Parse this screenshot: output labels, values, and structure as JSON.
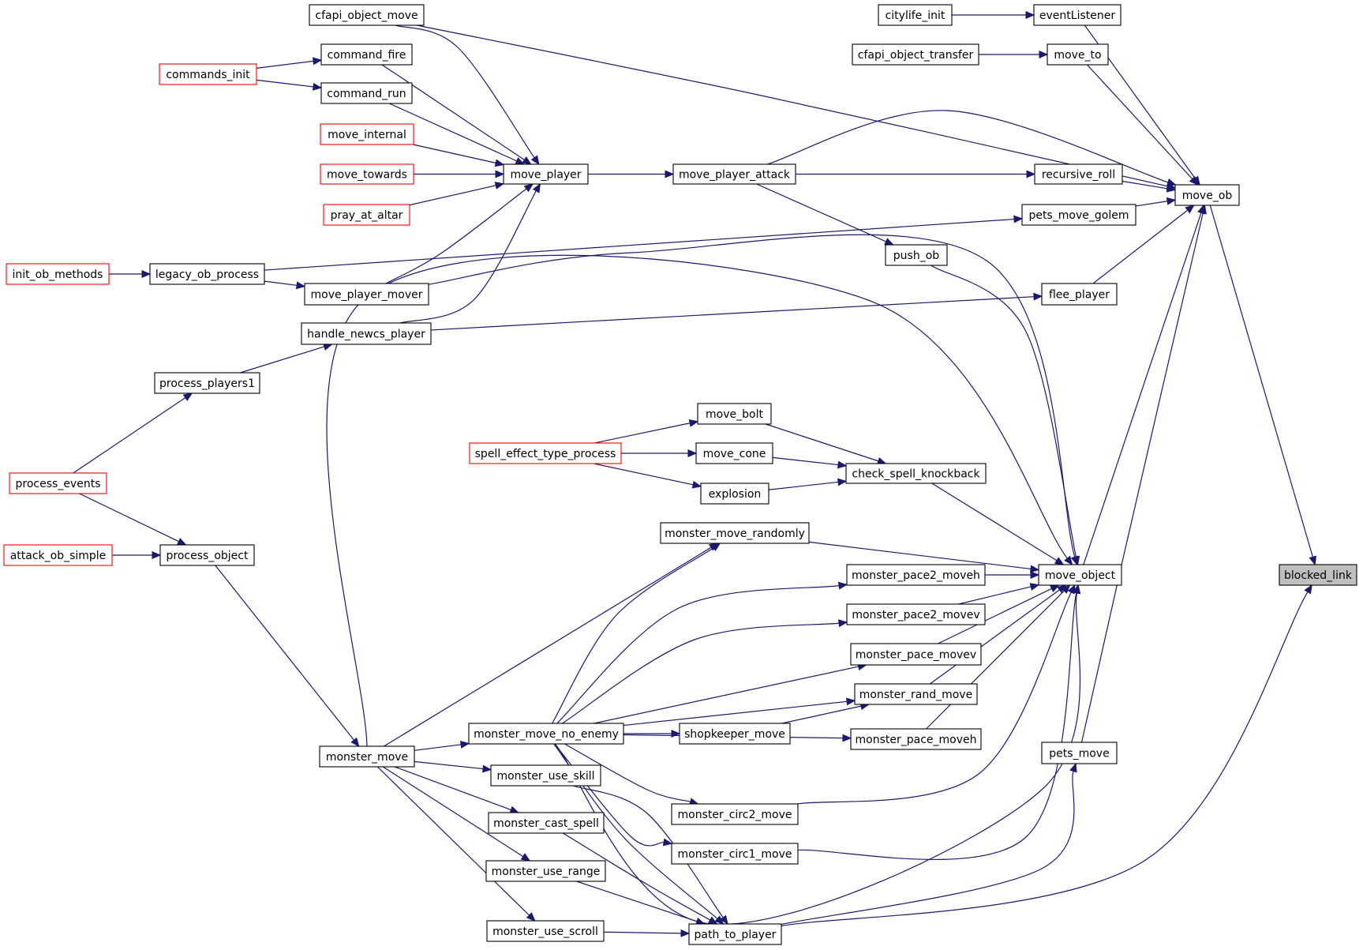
{
  "colors": {
    "edge": "#191970",
    "node_border": "#000000",
    "truncated_border": "#ff0000",
    "root_fill": "#bfbfbf"
  },
  "nodes": {
    "blocked_link": {
      "label": "blocked_link",
      "kind": "root"
    },
    "move_ob": {
      "label": "move_ob",
      "kind": "normal"
    },
    "move_object": {
      "label": "move_object",
      "kind": "normal"
    },
    "path_to_player": {
      "label": "path_to_player",
      "kind": "normal"
    },
    "eventListener": {
      "label": "eventListener",
      "kind": "normal"
    },
    "citylife_init": {
      "label": "citylife_init",
      "kind": "normal"
    },
    "move_to": {
      "label": "move_to",
      "kind": "normal"
    },
    "cfapi_object_transfer": {
      "label": "cfapi_object_transfer",
      "kind": "normal"
    },
    "recursive_roll": {
      "label": "recursive_roll",
      "kind": "normal"
    },
    "pets_move_golem": {
      "label": "pets_move_golem",
      "kind": "normal"
    },
    "flee_player": {
      "label": "flee_player",
      "kind": "normal"
    },
    "push_ob": {
      "label": "push_ob",
      "kind": "normal"
    },
    "pets_move": {
      "label": "pets_move",
      "kind": "normal"
    },
    "cfapi_object_move": {
      "label": "cfapi_object_move",
      "kind": "normal"
    },
    "command_fire": {
      "label": "command_fire",
      "kind": "normal"
    },
    "command_run": {
      "label": "command_run",
      "kind": "normal"
    },
    "commands_init": {
      "label": "commands_init",
      "kind": "truncated"
    },
    "move_internal": {
      "label": "move_internal",
      "kind": "truncated"
    },
    "move_towards": {
      "label": "move_towards",
      "kind": "truncated"
    },
    "pray_at_altar": {
      "label": "pray_at_altar",
      "kind": "truncated"
    },
    "move_player": {
      "label": "move_player",
      "kind": "normal"
    },
    "move_player_attack": {
      "label": "move_player_attack",
      "kind": "normal"
    },
    "init_ob_methods": {
      "label": "init_ob_methods",
      "kind": "truncated"
    },
    "legacy_ob_process": {
      "label": "legacy_ob_process",
      "kind": "normal"
    },
    "move_player_mover": {
      "label": "move_player_mover",
      "kind": "normal"
    },
    "handle_newcs_player": {
      "label": "handle_newcs_player",
      "kind": "normal"
    },
    "process_players1": {
      "label": "process_players1",
      "kind": "normal"
    },
    "process_events": {
      "label": "process_events",
      "kind": "truncated"
    },
    "attack_ob_simple": {
      "label": "attack_ob_simple",
      "kind": "truncated"
    },
    "process_object": {
      "label": "process_object",
      "kind": "normal"
    },
    "move_bolt": {
      "label": "move_bolt",
      "kind": "normal"
    },
    "spell_effect_type_process": {
      "label": "spell_effect_type_process",
      "kind": "truncated"
    },
    "move_cone": {
      "label": "move_cone",
      "kind": "normal"
    },
    "explosion": {
      "label": "explosion",
      "kind": "normal"
    },
    "check_spell_knockback": {
      "label": "check_spell_knockback",
      "kind": "normal"
    },
    "monster_move_randomly": {
      "label": "monster_move_randomly",
      "kind": "normal"
    },
    "monster_pace2_moveh": {
      "label": "monster_pace2_moveh",
      "kind": "normal"
    },
    "monster_pace2_movev": {
      "label": "monster_pace2_movev",
      "kind": "normal"
    },
    "monster_pace_movev": {
      "label": "monster_pace_movev",
      "kind": "normal"
    },
    "monster_rand_move": {
      "label": "monster_rand_move",
      "kind": "normal"
    },
    "monster_pace_moveh": {
      "label": "monster_pace_moveh",
      "kind": "normal"
    },
    "shopkeeper_move": {
      "label": "shopkeeper_move",
      "kind": "normal"
    },
    "monster_move_no_enemy": {
      "label": "monster_move_no_enemy",
      "kind": "normal"
    },
    "monster_move": {
      "label": "monster_move",
      "kind": "normal"
    },
    "monster_use_skill": {
      "label": "monster_use_skill",
      "kind": "normal"
    },
    "monster_cast_spell": {
      "label": "monster_cast_spell",
      "kind": "normal"
    },
    "monster_use_range": {
      "label": "monster_use_range",
      "kind": "normal"
    },
    "monster_use_scroll": {
      "label": "monster_use_scroll",
      "kind": "normal"
    },
    "monster_circ2_move": {
      "label": "monster_circ2_move",
      "kind": "normal"
    },
    "monster_circ1_move": {
      "label": "monster_circ1_move",
      "kind": "normal"
    }
  },
  "edges": [
    [
      "move_ob",
      "blocked_link"
    ],
    [
      "move_object",
      "move_ob"
    ],
    [
      "path_to_player",
      "blocked_link"
    ],
    [
      "citylife_init",
      "eventListener"
    ],
    [
      "eventListener",
      "move_ob"
    ],
    [
      "cfapi_object_transfer",
      "move_to"
    ],
    [
      "move_to",
      "move_ob"
    ],
    [
      "cfapi_object_move",
      "move_ob"
    ],
    [
      "move_player_attack",
      "move_ob"
    ],
    [
      "move_player_attack",
      "recursive_roll"
    ],
    [
      "recursive_roll",
      "move_ob"
    ],
    [
      "legacy_ob_process",
      "pets_move_golem"
    ],
    [
      "pets_move_golem",
      "move_ob"
    ],
    [
      "flee_player",
      "move_ob"
    ],
    [
      "pets_move",
      "move_ob"
    ],
    [
      "move_player_attack",
      "push_ob"
    ],
    [
      "push_ob",
      "move_object"
    ],
    [
      "handle_newcs_player",
      "flee_player"
    ],
    [
      "commands_init",
      "command_fire"
    ],
    [
      "commands_init",
      "command_run"
    ],
    [
      "cfapi_object_move",
      "move_player"
    ],
    [
      "command_fire",
      "move_player"
    ],
    [
      "command_run",
      "move_player"
    ],
    [
      "move_internal",
      "move_player"
    ],
    [
      "move_towards",
      "move_player"
    ],
    [
      "pray_at_altar",
      "move_player"
    ],
    [
      "move_player_mover",
      "move_player"
    ],
    [
      "handle_newcs_player",
      "move_player"
    ],
    [
      "move_player",
      "move_player_attack"
    ],
    [
      "init_ob_methods",
      "legacy_ob_process"
    ],
    [
      "legacy_ob_process",
      "move_player_mover"
    ],
    [
      "move_player_mover",
      "move_object"
    ],
    [
      "process_players1",
      "handle_newcs_player"
    ],
    [
      "process_events",
      "process_players1"
    ],
    [
      "process_events",
      "process_object"
    ],
    [
      "attack_ob_simple",
      "process_object"
    ],
    [
      "process_object",
      "monster_move"
    ],
    [
      "monster_move",
      "move_object"
    ],
    [
      "spell_effect_type_process",
      "move_bolt"
    ],
    [
      "spell_effect_type_process",
      "move_cone"
    ],
    [
      "spell_effect_type_process",
      "explosion"
    ],
    [
      "move_bolt",
      "check_spell_knockback"
    ],
    [
      "move_cone",
      "check_spell_knockback"
    ],
    [
      "explosion",
      "check_spell_knockback"
    ],
    [
      "check_spell_knockback",
      "move_object"
    ],
    [
      "monster_move_randomly",
      "move_object"
    ],
    [
      "monster_pace2_moveh",
      "move_object"
    ],
    [
      "monster_pace2_movev",
      "move_object"
    ],
    [
      "monster_pace_movev",
      "move_object"
    ],
    [
      "monster_rand_move",
      "move_object"
    ],
    [
      "monster_pace_moveh",
      "move_object"
    ],
    [
      "monster_circ2_move",
      "move_object"
    ],
    [
      "monster_circ1_move",
      "move_object"
    ],
    [
      "monster_move_no_enemy",
      "move_object"
    ],
    [
      "monster_move",
      "monster_move_randomly"
    ],
    [
      "monster_move_no_enemy",
      "monster_move_randomly"
    ],
    [
      "monster_move_no_enemy",
      "monster_pace2_moveh"
    ],
    [
      "monster_move_no_enemy",
      "monster_pace2_movev"
    ],
    [
      "monster_move_no_enemy",
      "monster_pace_movev"
    ],
    [
      "monster_move_no_enemy",
      "monster_rand_move"
    ],
    [
      "shopkeeper_move",
      "monster_rand_move"
    ],
    [
      "monster_move_no_enemy",
      "shopkeeper_move"
    ],
    [
      "monster_move_no_enemy",
      "monster_pace_moveh"
    ],
    [
      "monster_move_no_enemy",
      "monster_circ2_move"
    ],
    [
      "monster_move_no_enemy",
      "monster_circ1_move"
    ],
    [
      "monster_move",
      "monster_move_no_enemy"
    ],
    [
      "monster_move",
      "monster_use_skill"
    ],
    [
      "monster_move",
      "monster_cast_spell"
    ],
    [
      "monster_move",
      "monster_use_range"
    ],
    [
      "monster_move",
      "monster_use_scroll"
    ],
    [
      "monster_use_skill",
      "path_to_player"
    ],
    [
      "monster_cast_spell",
      "path_to_player"
    ],
    [
      "monster_use_range",
      "path_to_player"
    ],
    [
      "monster_use_scroll",
      "path_to_player"
    ],
    [
      "monster_move_no_enemy",
      "path_to_player"
    ],
    [
      "path_to_player",
      "pets_move"
    ]
  ]
}
